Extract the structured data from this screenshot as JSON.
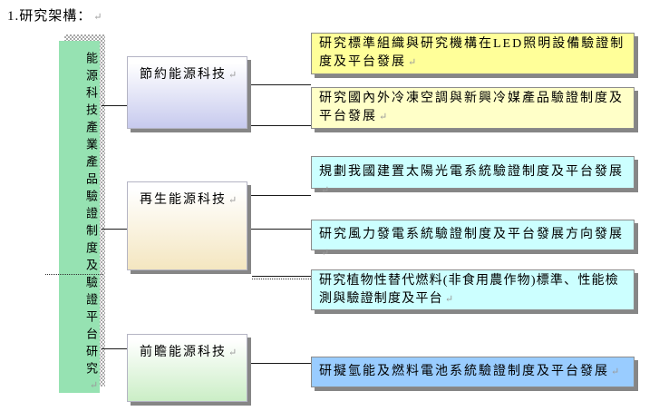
{
  "page": {
    "title": "1.研究架構：",
    "pilcrow": "↵"
  },
  "root_box": {
    "label": "能源科技產業產品驗證制度及驗證平台研究",
    "fill": "#96e2b2",
    "shadow_style": "checkered-gray"
  },
  "categories": [
    {
      "label": "節約能源科技",
      "fill_gradient": [
        "#ffffff",
        "#c7caee"
      ]
    },
    {
      "label": "再生能源科技",
      "fill_gradient": [
        "#ffffff",
        "#f4e6c0"
      ]
    },
    {
      "label": "前瞻能源科技",
      "fill_gradient": [
        "#ffffff",
        "#cbeec6"
      ]
    }
  ],
  "topics": [
    {
      "text": "研究標準組織與研究機構在LED照明設備驗證制度及平台發展",
      "fill": "#ffff99",
      "linked_category": "節約能源科技"
    },
    {
      "text": "研究國內外冷凍空調與新興冷媒產品驗證制度及平台發展",
      "fill": "#ffffc8",
      "linked_category": "節約能源科技"
    },
    {
      "text": "規劃我國建置太陽光電系統驗證制度及平台發展",
      "fill": "#ccffff",
      "linked_category": "再生能源科技"
    },
    {
      "text": "研究風力發電系統驗證制度及平台發展方向發展",
      "fill": "#ccffff",
      "linked_category": "再生能源科技"
    },
    {
      "text": "研究植物性替代燃料(非食用農作物)標準、性能檢測與驗證制度及平台",
      "fill": "#ccffff",
      "linked_category": "再生能源科技"
    },
    {
      "text": "研擬氫能及燃料電池系統驗證制度及平台發展",
      "fill": "#99ccff",
      "linked_category": "前瞻能源科技"
    }
  ],
  "colors": {
    "connector": "#1a1a1a",
    "box_shadow": "#868686",
    "paragraph_mark": "#9a9a9a"
  }
}
